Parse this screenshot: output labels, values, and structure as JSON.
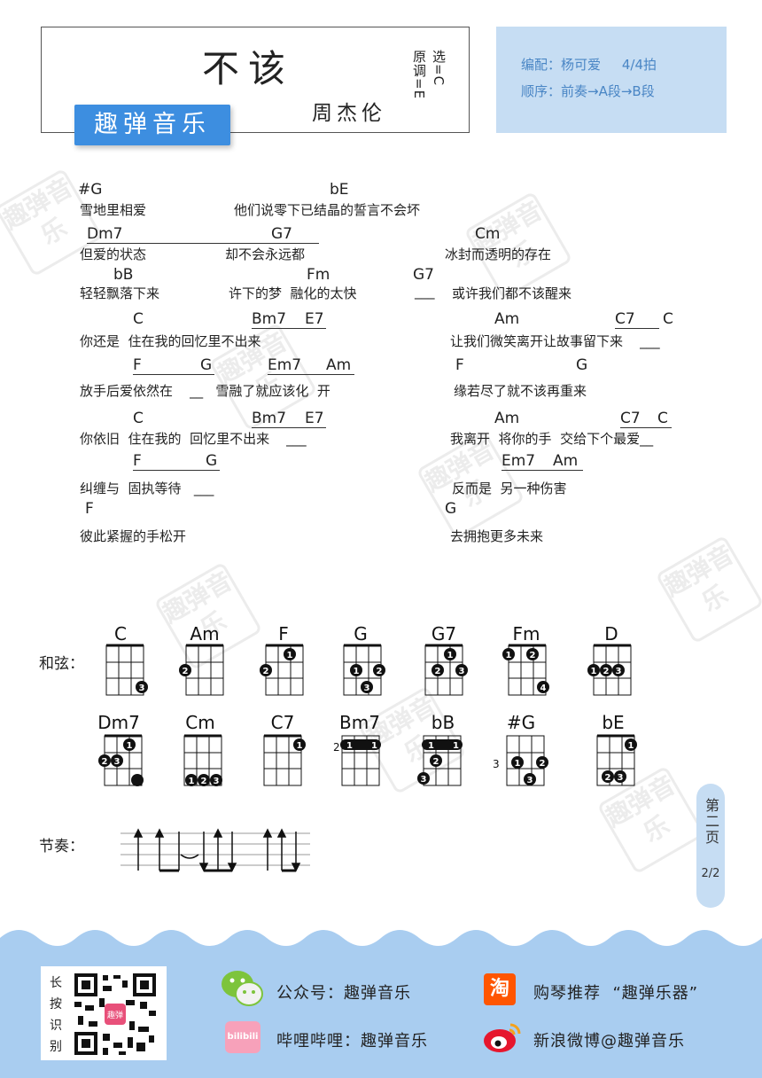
{
  "header": {
    "title": "不该",
    "artist": "周杰伦",
    "key_select": "选=C",
    "key_original": "原调=E",
    "brand": "趣弹音乐",
    "arranger": "编配：杨可爱     4/4拍",
    "order": "顺序：前奏→A段→B段"
  },
  "lyrics": {
    "lines": [
      {
        "chords": [
          {
            "t": "#G"
          },
          {
            "t": "bE"
          }
        ],
        "text": [
          {
            "t": "雪地里相爱"
          },
          {
            "t": "他们说零下已结晶的誓言不会坏"
          }
        ]
      },
      {
        "chords": [
          {
            "t": "Dm7"
          },
          {
            "t": "G7"
          },
          {
            "t": "Cm"
          }
        ],
        "text": [
          {
            "t": "但爱的状态"
          },
          {
            "t": "却不会永远都"
          },
          {
            "t": "冰封而透明的存在"
          }
        ]
      },
      {
        "chords": [
          {
            "t": "bB"
          },
          {
            "t": "Fm"
          },
          {
            "t": "G7"
          }
        ],
        "text": [
          {
            "t": "轻轻飘落下来"
          },
          {
            "t": "许下的梦  融化的太快"
          },
          {
            "t": "___"
          },
          {
            "t": "或许我们都不该醒来"
          }
        ]
      },
      {
        "chords": [
          {
            "t": "C"
          },
          {
            "t": "Bm7"
          },
          {
            "t": "E7"
          },
          {
            "t": "Am"
          },
          {
            "t": "C7"
          },
          {
            "t": "C"
          }
        ],
        "text": [
          {
            "t": "你还是  住在我的回忆里不出来"
          },
          {
            "t": "让我们微笑离开让故事留下来    ___"
          }
        ]
      },
      {
        "chords": [
          {
            "t": "F"
          },
          {
            "t": "G"
          },
          {
            "t": "Em7"
          },
          {
            "t": "Am"
          },
          {
            "t": "F"
          },
          {
            "t": "G"
          }
        ],
        "text": [
          {
            "t": "放手后爱依然在    __   雪融了就应该化  开"
          },
          {
            "t": "缘若尽了就不该再重来"
          }
        ]
      },
      {
        "chords": [
          {
            "t": "C"
          },
          {
            "t": "Bm7"
          },
          {
            "t": "E7"
          },
          {
            "t": "Am"
          },
          {
            "t": "C7"
          },
          {
            "t": "C"
          }
        ],
        "text": [
          {
            "t": "你依旧  住在我的  回忆里不出来    ___"
          },
          {
            "t": "我离开  将你的手  交给下个最爱__"
          }
        ]
      },
      {
        "chords": [
          {
            "t": "F"
          },
          {
            "t": "G"
          },
          {
            "t": "Em7"
          },
          {
            "t": "Am"
          }
        ],
        "text": [
          {
            "t": "纠缠与  固执等待   ___"
          },
          {
            "t": "反而是  另一种伤害"
          }
        ]
      },
      {
        "chords": [
          {
            "t": "F"
          },
          {
            "t": "G"
          }
        ],
        "text": [
          {
            "t": "彼此紧握的手松开"
          },
          {
            "t": "去拥抱更多未来"
          }
        ]
      }
    ]
  },
  "chords_section": {
    "label": "和弦：",
    "row1": [
      {
        "name": "C",
        "marks": []
      },
      {
        "name": "Am",
        "marks": []
      },
      {
        "name": "F",
        "marks": []
      },
      {
        "name": "G",
        "marks": []
      },
      {
        "name": "G7",
        "marks": []
      },
      {
        "name": "Fm",
        "marks": []
      },
      {
        "name": "D",
        "marks": []
      }
    ],
    "row2": [
      {
        "name": "Dm7"
      },
      {
        "name": "Cm"
      },
      {
        "name": "C7"
      },
      {
        "name": "Bm7",
        "fret": "2"
      },
      {
        "name": "bB"
      },
      {
        "name": "#G",
        "fret": "3"
      },
      {
        "name": "bE"
      }
    ]
  },
  "rhythm": {
    "label": "节奏："
  },
  "page": {
    "label": "第二页",
    "number": "2/2"
  },
  "footer": {
    "qr_caption": [
      "长",
      "按",
      "识",
      "别"
    ],
    "qr_center": "趣弹",
    "wechat": "公众号：趣弹音乐",
    "taobao": "购琴推荐  “趣弹乐器”",
    "bilibili": "哔哩哔哩：趣弹音乐",
    "weibo": "新浪微博@趣弹音乐",
    "taobao_icon": "淘",
    "bili_icon": "bilibili",
    "colors": {
      "wave": "#a9cdf0",
      "badge": "#3d8ee0",
      "info": "#c6ddf3",
      "wechat": "#7dc43c",
      "taobao": "#ff5500",
      "weibo": "#e6162d"
    }
  },
  "watermark": {
    "text": "趣弹音乐"
  }
}
